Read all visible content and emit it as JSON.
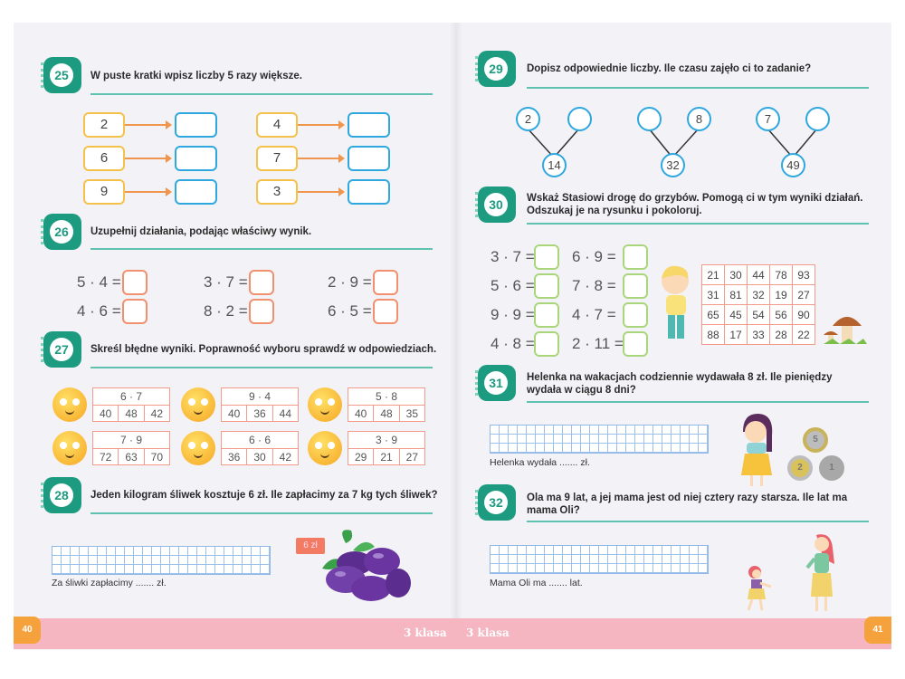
{
  "left_page": {
    "page_number": "40",
    "footer_label": "3 klasa",
    "task25": {
      "number": "25",
      "text": "W puste kratki wpisz liczby 5 razy większe.",
      "inputs": [
        "2",
        "6",
        "9",
        "4",
        "7",
        "3"
      ]
    },
    "task26": {
      "number": "26",
      "text": "Uzupełnij działania, podając właściwy wynik.",
      "equations": [
        "5 · 4 =",
        "4 · 6 =",
        "3 · 7 =",
        "8 · 2 =",
        "2 · 9 =",
        "6 · 5 ="
      ]
    },
    "task27": {
      "number": "27",
      "text": "Skreśl błędne wyniki. Poprawność wyboru sprawdź w odpowiedziach.",
      "items": [
        {
          "op": "6 · 7",
          "answers": [
            "40",
            "48",
            "42"
          ]
        },
        {
          "op": "9 · 4",
          "answers": [
            "40",
            "36",
            "44"
          ]
        },
        {
          "op": "5 · 8",
          "answers": [
            "40",
            "48",
            "35"
          ]
        },
        {
          "op": "7 · 9",
          "answers": [
            "72",
            "63",
            "70"
          ]
        },
        {
          "op": "6 · 6",
          "answers": [
            "36",
            "30",
            "42"
          ]
        },
        {
          "op": "3 · 9",
          "answers": [
            "29",
            "21",
            "27"
          ]
        }
      ]
    },
    "task28": {
      "number": "28",
      "text": "Jeden kilogram śliwek kosztuje 6 zł. Ile zapłacimy za 7 kg tych śliwek?",
      "answer_line": "Za śliwki zapłacimy ....... zł.",
      "price_tag": "6 zł"
    }
  },
  "right_page": {
    "page_number": "41",
    "footer_label": "3 klasa",
    "task29": {
      "number": "29",
      "text": "Dopisz odpowiednie liczby. Ile czasu zajęło ci to zadanie?",
      "trees": [
        {
          "left": "2",
          "right": "",
          "product": "14"
        },
        {
          "left": "",
          "right": "8",
          "product": "32"
        },
        {
          "left": "7",
          "right": "",
          "product": "49"
        }
      ]
    },
    "task30": {
      "number": "30",
      "text_line1": "Wskaż Stasiowi drogę do grzybów. Pomogą ci w tym wyniki działań.",
      "text_line2": "Odszukaj je na rysunku i pokoloruj.",
      "equations": [
        "3 · 7 =",
        "5 · 6 =",
        "9 · 9 =",
        "4 · 8 =",
        "6 · 9 =",
        "7 · 8 =",
        "4 · 7 =",
        "2 · 11 ="
      ],
      "maze": [
        [
          "21",
          "30",
          "44",
          "78",
          "93"
        ],
        [
          "31",
          "81",
          "32",
          "19",
          "27"
        ],
        [
          "65",
          "45",
          "54",
          "56",
          "90"
        ],
        [
          "88",
          "17",
          "33",
          "28",
          "22"
        ]
      ]
    },
    "task31": {
      "number": "31",
      "text_line1": "Helenka na wakacjach codziennie wydawała 8 zł. Ile pieniędzy",
      "text_line2": "wydała w ciągu 8 dni?",
      "answer_line": "Helenka wydała ....... zł.",
      "coins": [
        "5",
        "2",
        "1"
      ]
    },
    "task32": {
      "number": "32",
      "text_line1": "Ola ma 9 lat, a jej mama jest od niej cztery razy starsza. Ile lat ma",
      "text_line2": "mama Oli?",
      "answer_line": "Mama Oli ma ....... lat."
    }
  },
  "colors": {
    "teal": "#1c9b80",
    "pink_footer": "#f5b6c1",
    "orange": "#f5a23c",
    "blue": "#2fa7df"
  }
}
